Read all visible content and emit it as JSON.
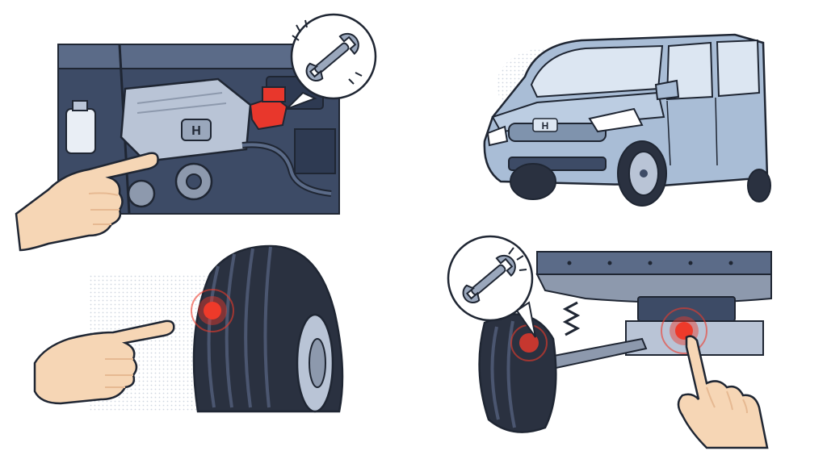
{
  "panels": [
    {
      "id": "engine-bay",
      "icon": "wrench-icon",
      "callout": "red-hotspot"
    },
    {
      "id": "minivan-front",
      "badge": "honda-logo"
    },
    {
      "id": "tire-sidewall",
      "callout": "red-hotspot"
    },
    {
      "id": "undercarriage",
      "icon": "wrench-icon",
      "callout": "red-hotspot"
    }
  ],
  "colors": {
    "outline": "#1f2633",
    "engine_navy": "#3d4b66",
    "engine_light": "#b9c4d6",
    "highlight_red": "#e8372c",
    "hotspot_red": "#ee3a2a",
    "van_body": "#a9bdd6",
    "van_shadow": "#7f93ad",
    "tire_black": "#2a3140",
    "skin": "#f6d6b5",
    "skin_shadow": "#e6b992",
    "frame_gray": "#8d99ad",
    "dot_pattern": "#cfd6e0"
  }
}
